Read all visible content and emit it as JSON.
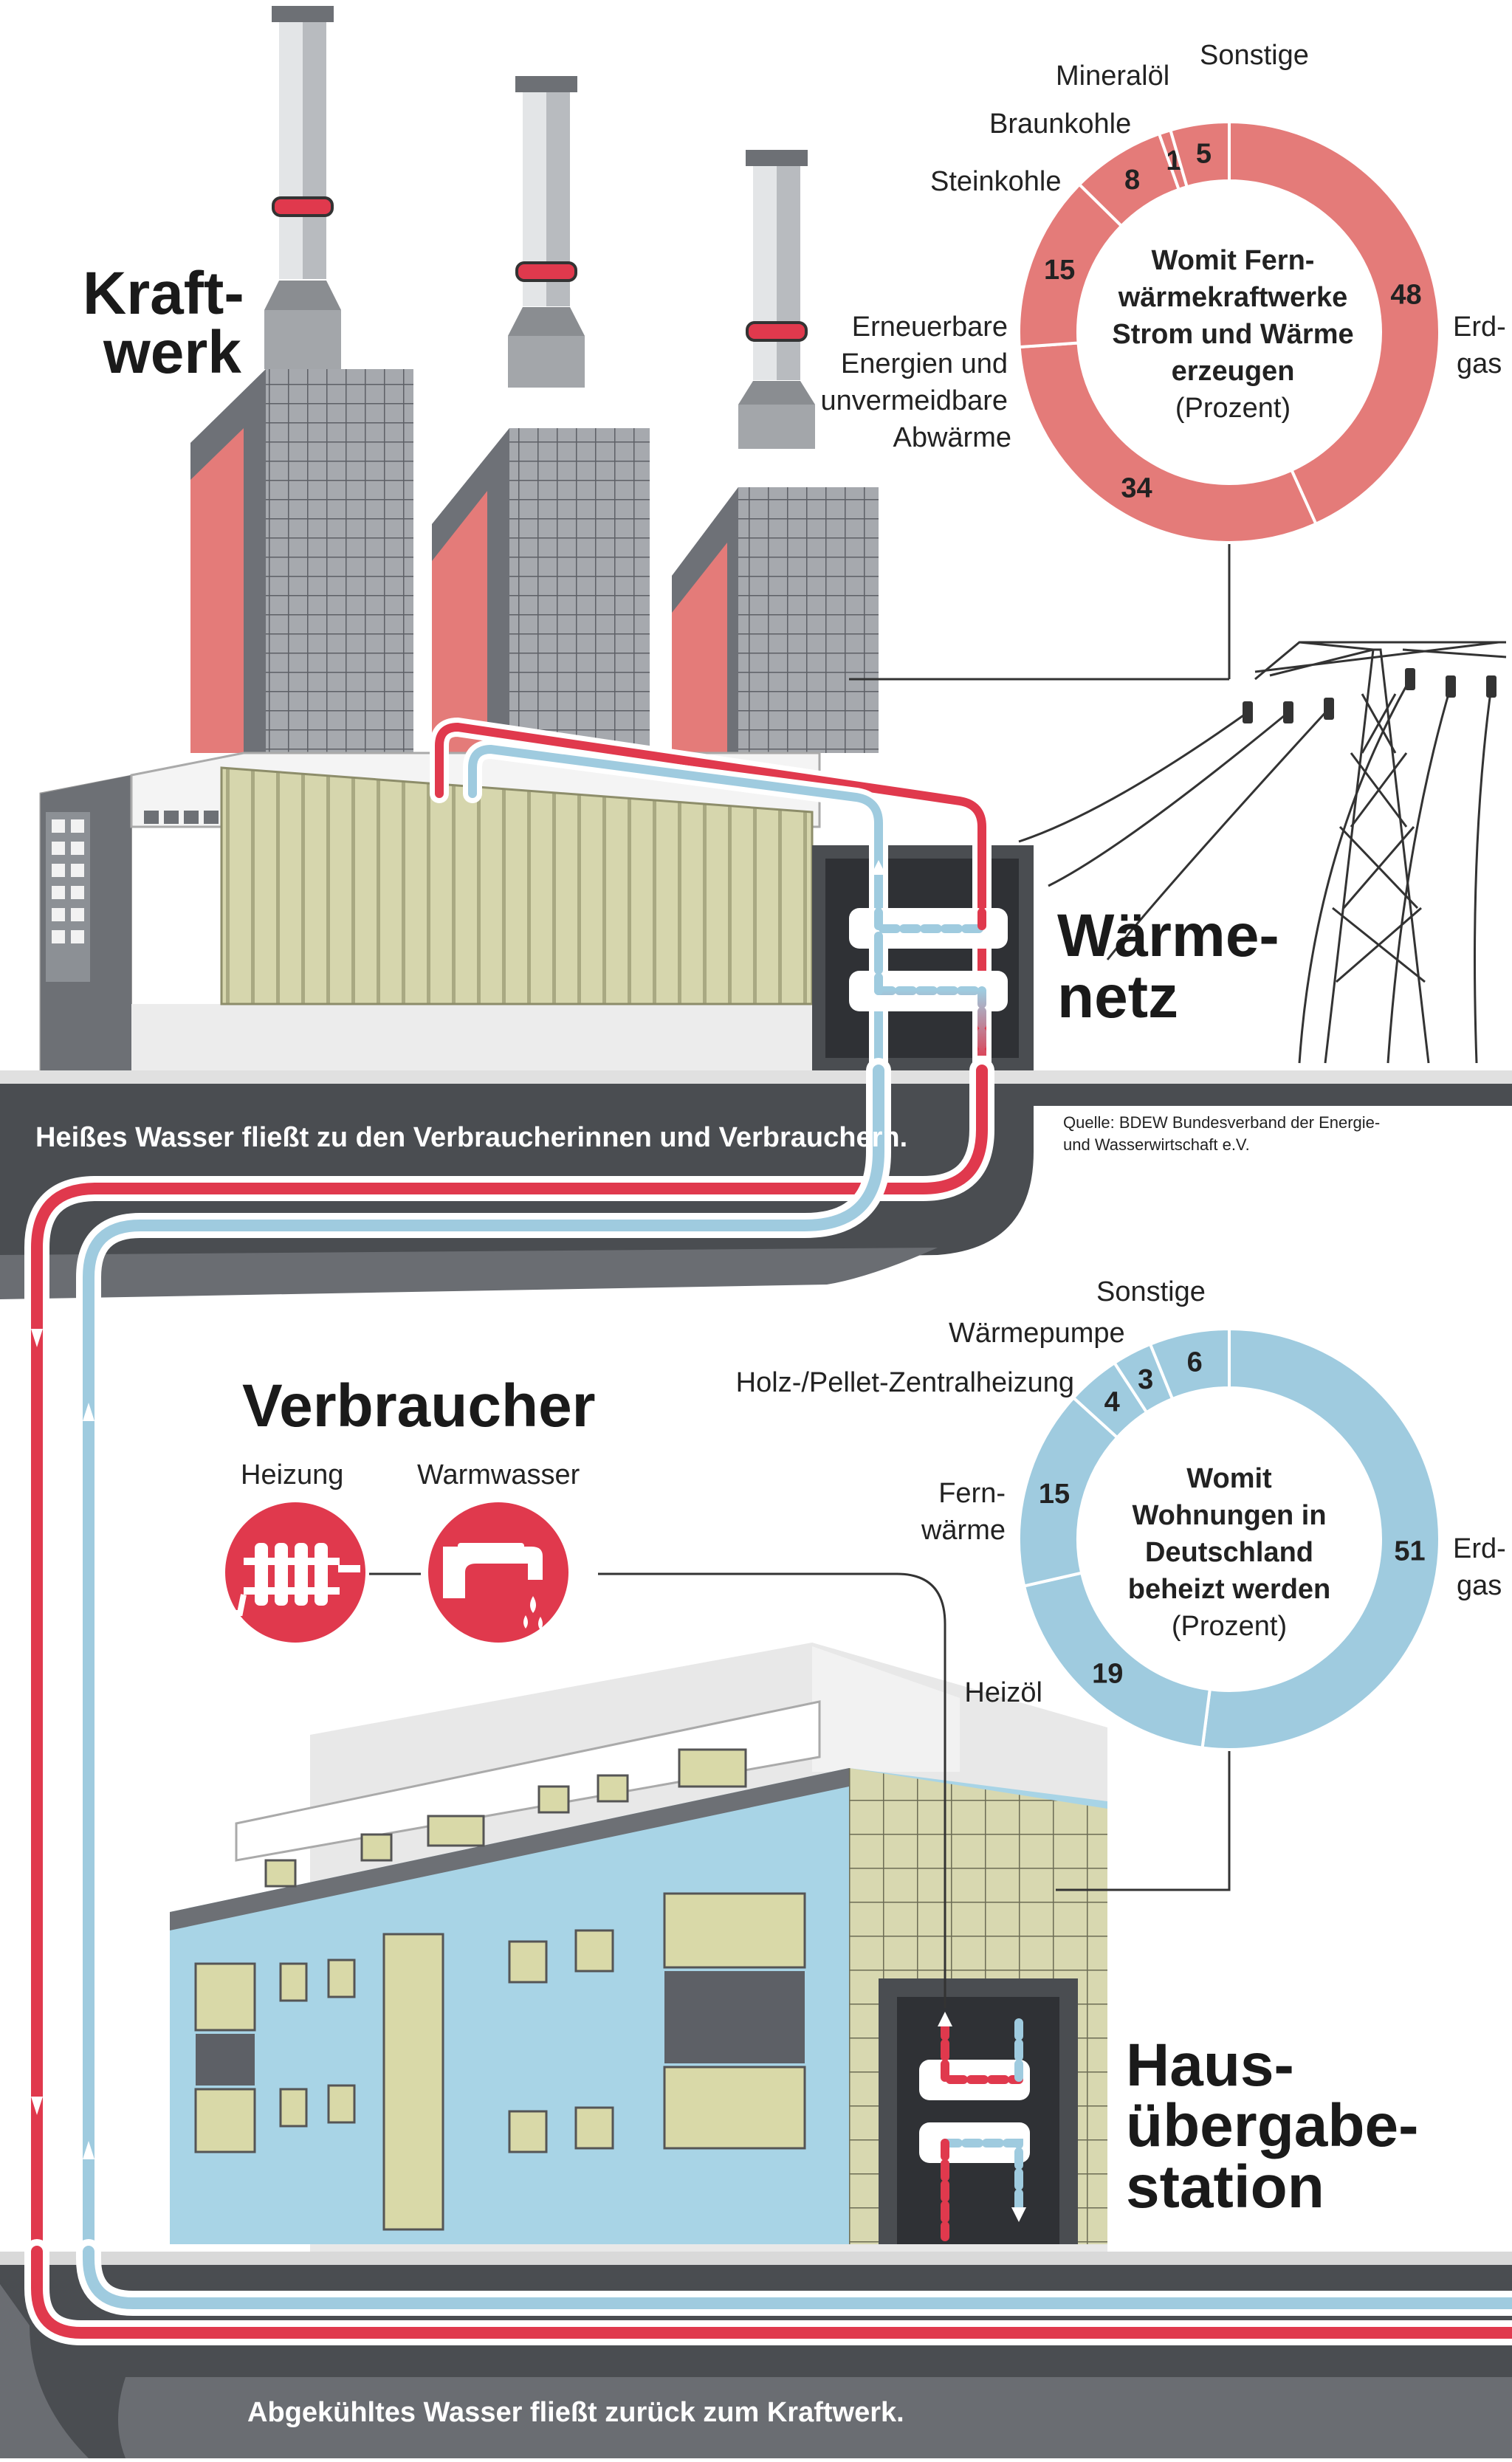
{
  "plant": {
    "title": [
      "Kraft-",
      "werk"
    ],
    "donut_title": [
      "Womit Fern-",
      "wärmekraftwerke",
      "Strom und Wärme",
      "erzeugen"
    ],
    "donut_unit": "(Prozent)",
    "labels": {
      "erdgas": [
        "Erd-",
        "gas"
      ],
      "erneuerbare": [
        "Erneuerbare",
        "Energien und",
        "unvermeidbare",
        "Abwärme"
      ],
      "steinkohle": "Steinkohle",
      "braunkohle": "Braunkohle",
      "mineraloel": "Mineralöl",
      "sonstige": "Sonstige"
    }
  },
  "network": {
    "title": [
      "Wärme-",
      "netz"
    ]
  },
  "bands": {
    "hot": "Heißes Wasser fließt zu den Verbraucherinnen und Verbrauchern.",
    "cold": "Abgekühltes Wasser fließt zurück zum Kraftwerk."
  },
  "source": [
    "Quelle: BDEW Bundesverband der Energie-",
    "und Wasserwirtschaft e.V."
  ],
  "consumer": {
    "title": "Verbraucher",
    "heating": "Heizung",
    "hotwater": "Warmwasser",
    "heating_icon": "radiator-icon",
    "hotwater_icon": "faucet-icon"
  },
  "home": {
    "donut_title": [
      "Womit",
      "Wohnungen in",
      "Deutschland",
      "beheizt werden"
    ],
    "donut_unit": "(Prozent)",
    "labels": {
      "erdgas": [
        "Erd-",
        "gas"
      ],
      "heizoel": "Heizöl",
      "fernwaerme": [
        "Fern-",
        "wärme"
      ],
      "holz": "Holz-/Pellet-Zentralheizung",
      "waermepumpe": "Wärmepumpe",
      "sonstige": "Sonstige"
    }
  },
  "station": {
    "title": [
      "Haus-",
      "übergabe-",
      "station"
    ]
  },
  "colors": {
    "red": "#e0394d",
    "coral": "#e47b79",
    "blue": "#9fcbdf",
    "dark": "#4a4d51",
    "olive": "#d6d6ad"
  },
  "chart_data": [
    {
      "type": "pie",
      "title": "Womit Fernwärmekraftwerke Strom und Wärme erzeugen (Prozent)",
      "categories": [
        "Erdgas",
        "Erneuerbare Energien und unvermeidbare Abwärme",
        "Steinkohle",
        "Braunkohle",
        "Mineralöl",
        "Sonstige"
      ],
      "values": [
        48,
        34,
        15,
        8,
        1,
        5
      ]
    },
    {
      "type": "pie",
      "title": "Womit Wohnungen in Deutschland beheizt werden (Prozent)",
      "categories": [
        "Erdgas",
        "Heizöl",
        "Fernwärme",
        "Holz-/Pellet-Zentralheizung",
        "Wärmepumpe",
        "Sonstige"
      ],
      "values": [
        51,
        19,
        15,
        4,
        3,
        6
      ]
    }
  ]
}
